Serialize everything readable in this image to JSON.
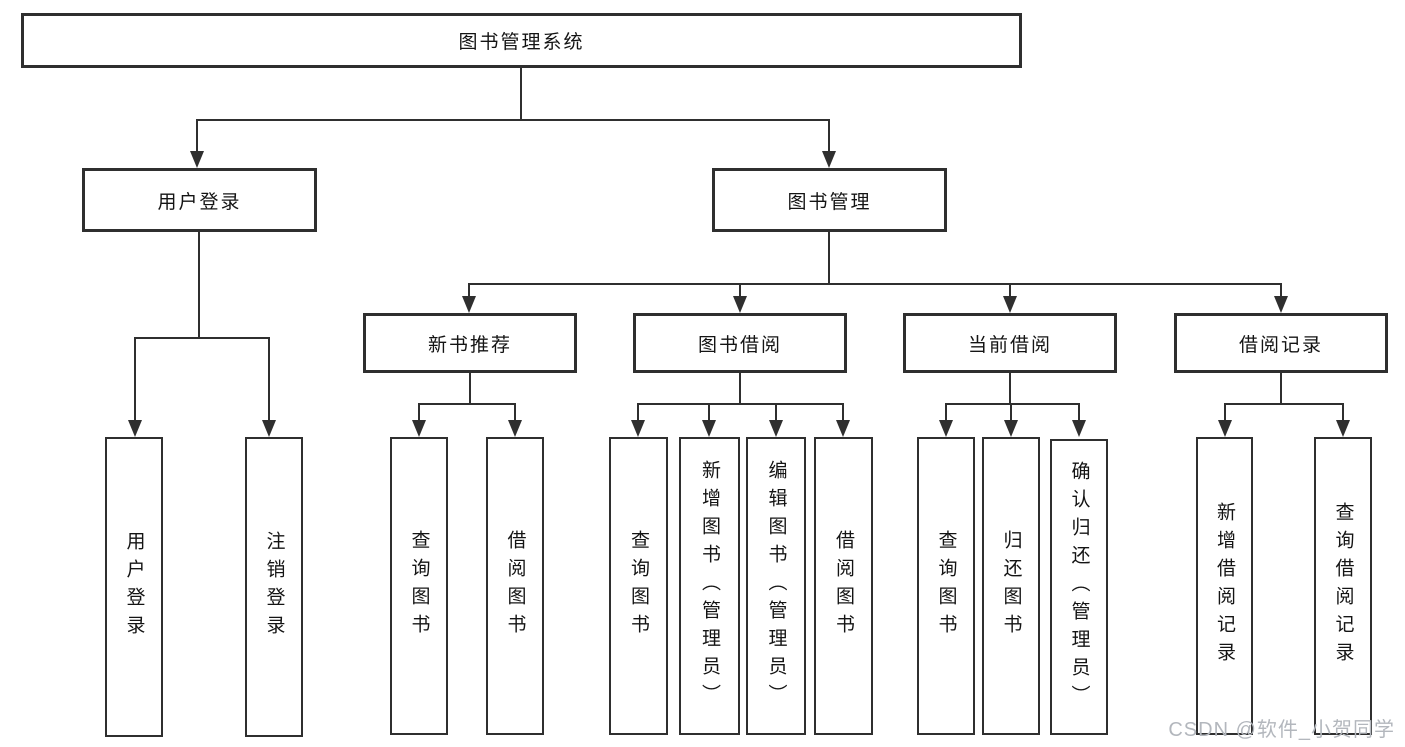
{
  "diagram": {
    "type": "tree",
    "title": "图书管理系统",
    "nodes": {
      "root": "图书管理系统",
      "user_login": "用户登录",
      "book_mgmt": "图书管理",
      "login": "用户登录",
      "logout": "注销登录",
      "new_book": "新书推荐",
      "book_borrow": "图书借阅",
      "current_borrow": "当前借阅",
      "borrow_record": "借阅记录",
      "nb_query": "查询图书",
      "nb_borrow": "借阅图书",
      "bb_query": "查询图书",
      "bb_add": "新增图书（管理员）",
      "bb_edit": "编辑图书（管理员）",
      "bb_borrow": "借阅图书",
      "cb_query": "查询图书",
      "cb_return": "归还图书",
      "cb_confirm": "确认归还（管理员）",
      "br_add": "新增借阅记录",
      "br_query": "查询借阅记录"
    },
    "hierarchy": {
      "图书管理系统": {
        "用户登录": [
          "用户登录",
          "注销登录"
        ],
        "图书管理": {
          "新书推荐": [
            "查询图书",
            "借阅图书"
          ],
          "图书借阅": [
            "查询图书",
            "新增图书（管理员）",
            "编辑图书（管理员）",
            "借阅图书"
          ],
          "当前借阅": [
            "查询图书",
            "归还图书",
            "确认归还（管理员）"
          ],
          "借阅记录": [
            "新增借阅记录",
            "查询借阅记录"
          ]
        }
      }
    },
    "colors": {
      "line": "#2f2f2f",
      "box_border": "#2f2f2f",
      "box_fill": "#ffffff",
      "text": "#141414",
      "watermark": "#b3b7bd"
    }
  },
  "watermark": {
    "text": "CSDN @软件_小贺同学"
  }
}
